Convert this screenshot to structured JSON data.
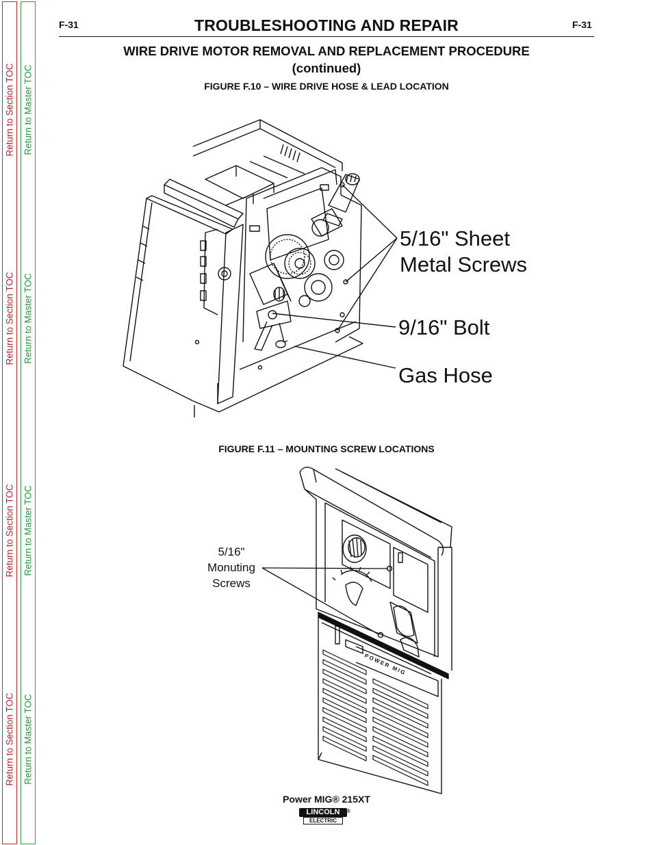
{
  "page": {
    "number_left": "F-31",
    "number_right": "F-31",
    "section_title": "TROUBLESHOOTING AND REPAIR",
    "procedure_title": "WIRE DRIVE MOTOR REMOVAL AND REPLACEMENT PROCEDURE",
    "procedure_subtitle": "(continued)"
  },
  "sidebar": {
    "section_toc_label": "Return to Section TOC",
    "master_toc_label": "Return to Master TOC",
    "section_color": "#d8262b",
    "master_color": "#2ea043"
  },
  "figure_10": {
    "caption": "FIGURE F.10 – WIRE DRIVE HOSE & LEAD LOCATION",
    "label_screws_line1": "5/16\" Sheet",
    "label_screws_line2": "Metal Screws",
    "label_bolt": "9/16\" Bolt",
    "label_gas_hose": "Gas Hose"
  },
  "figure_11": {
    "caption": "FIGURE F.11 – MOUNTING SCREW LOCATIONS",
    "label_line1": "5/16\"",
    "label_line2": "Monuting",
    "label_line3": "Screws",
    "panel_brand": "POWER MIG"
  },
  "footer": {
    "model": "Power MIG® 215XT",
    "logo_top": "LINCOLN",
    "logo_bottom": "ELECTRIC",
    "logo_reg": "®"
  }
}
